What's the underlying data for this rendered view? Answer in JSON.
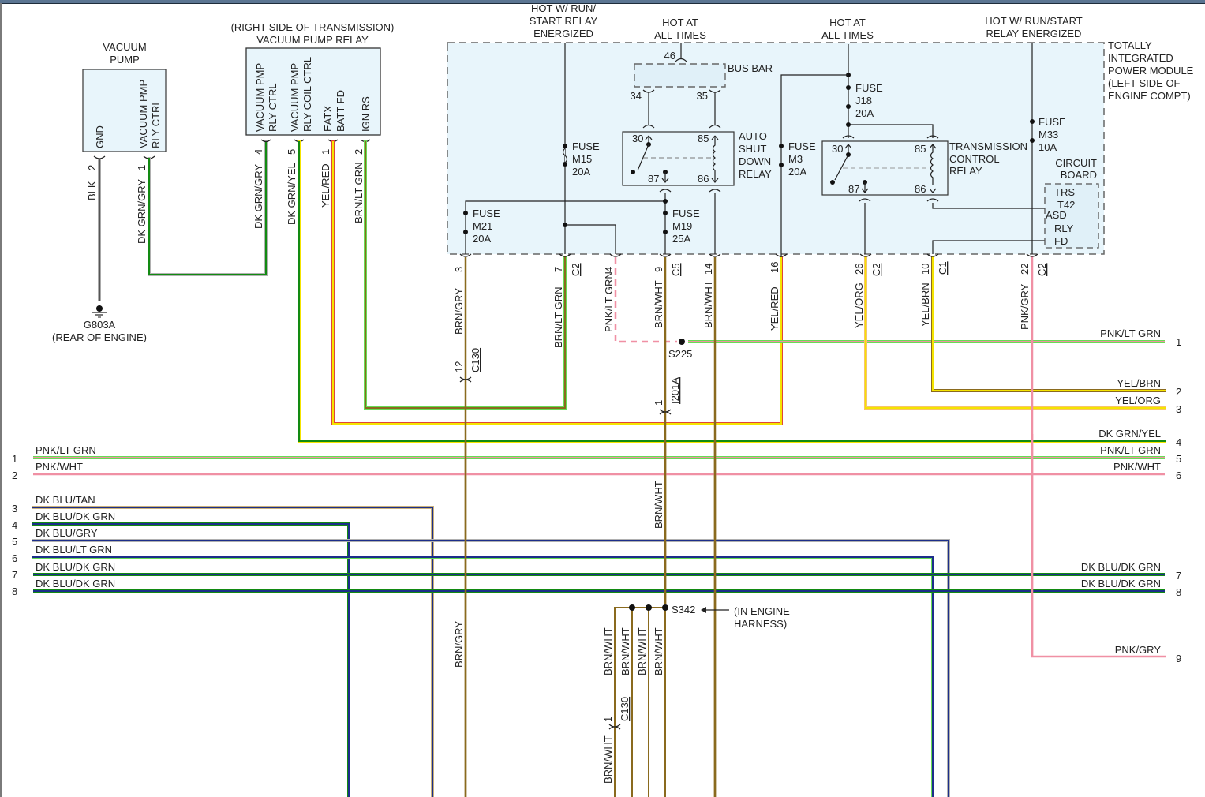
{
  "colors": {
    "module_fill": "#e8f5fb",
    "brown": "#8a6a1e",
    "dk_green": "#128a12",
    "lt_green": "#66dd55",
    "yellow": "#f5e400",
    "red": "#e0443a",
    "pink": "#f090a4",
    "dk_blue": "#1c2e8a",
    "gray": "#b0b0b0",
    "black_wire": "#555555",
    "orange": "#f7c36a"
  },
  "vacuum_pump": {
    "title_l1": "VACUUM",
    "title_l2": "PUMP",
    "pin_gnd": "GND",
    "pin_ctrl_l1": "VACUUM PMP",
    "pin_ctrl_l2": "RLY CTRL",
    "pin2": "2",
    "pin1": "1",
    "wire_blk": "BLK",
    "wire_dkgrngry": "DK GRN/GRY"
  },
  "ground": {
    "id": "G803A",
    "location": "(REAR OF ENGINE)"
  },
  "vacuum_relay": {
    "title_l1": "(RIGHT SIDE OF TRANSMISSION)",
    "title_l2": "VACUUM PUMP RELAY",
    "pins": [
      {
        "l1": "VACUUM PMP",
        "l2": "RLY CTRL",
        "num": "4",
        "wire": "DK GRN/GRY"
      },
      {
        "l1": "VACUUM PMP",
        "l2": "RLY COIL CTRL",
        "num": "5",
        "wire": "DK GRN/YEL"
      },
      {
        "l1": "EATX",
        "l2": "BATT FD",
        "num": "1",
        "wire": "YEL/RED"
      },
      {
        "l1": "IGN RS",
        "l2": "",
        "num": "2",
        "wire": "BRN/LT GRN"
      }
    ]
  },
  "tipm": {
    "label_l1": "TOTALLY",
    "label_l2": "INTEGRATED",
    "label_l3": "POWER MODULE",
    "label_l4": "(LEFT SIDE OF",
    "label_l5": "ENGINE COMPT)",
    "hot_run_start_l1": "HOT W/ RUN/",
    "hot_run_start_l2": "START RELAY",
    "hot_run_start_l3": "ENERGIZED",
    "hot_all_1_l1": "HOT AT",
    "hot_all_1_l2": "ALL TIMES",
    "hot_all_2_l1": "HOT AT",
    "hot_all_2_l2": "ALL TIMES",
    "hot_run_start2_l1": "HOT W/ RUN/START",
    "hot_run_start2_l2": "RELAY ENERGIZED",
    "bus_bar": "BUS BAR",
    "bus_pin_46": "46",
    "bus_pin_34": "34",
    "bus_pin_35": "35",
    "asd_relay": {
      "l1": "AUTO",
      "l2": "SHUT",
      "l3": "DOWN",
      "l4": "RELAY",
      "p30": "30",
      "p85": "85",
      "p87": "87",
      "p86": "86"
    },
    "tcr_relay": {
      "l1": "TRANSMISSION",
      "l2": "CONTROL",
      "l3": "RELAY",
      "p30": "30",
      "p85": "85",
      "p87": "87",
      "p86": "86"
    },
    "fuses": [
      {
        "id": "M15",
        "rating": "20A",
        "word": "FUSE"
      },
      {
        "id": "M3",
        "rating": "20A",
        "word": "FUSE"
      },
      {
        "id": "J18",
        "rating": "20A",
        "word": "FUSE"
      },
      {
        "id": "M33",
        "rating": "10A",
        "word": "FUSE"
      },
      {
        "id": "M21",
        "rating": "20A",
        "word": "FUSE"
      },
      {
        "id": "M19",
        "rating": "25A",
        "word": "FUSE"
      }
    ],
    "circuit_board": {
      "l1": "CIRCUIT",
      "l2": "BOARD",
      "trs": "TRS",
      "t42": "T42",
      "asd": "ASD",
      "rly": "RLY",
      "fd": "FD"
    }
  },
  "outputs": [
    {
      "pin": "3",
      "conn": "",
      "wire": "BRN/GRY"
    },
    {
      "pin": "7",
      "conn": "C2",
      "wire": "BRN/LT GRN"
    },
    {
      "pin": "4",
      "conn": "",
      "wire": "PNK/LT GRN"
    },
    {
      "pin": "9",
      "conn": "C5",
      "wire": "BRN/WHT"
    },
    {
      "pin": "14",
      "conn": "",
      "wire": "BRN/WHT"
    },
    {
      "pin": "16",
      "conn": "",
      "wire": "YEL/RED"
    },
    {
      "pin": "26",
      "conn": "C2",
      "wire": "YEL/ORG"
    },
    {
      "pin": "10",
      "conn": "C1",
      "wire": "YEL/BRN"
    },
    {
      "pin": "22",
      "conn": "C2",
      "wire": "PNK/GRY"
    }
  ],
  "splices": {
    "s225": "S225",
    "s342": "S342",
    "s342_note_l1": "(IN ENGINE",
    "s342_note_l2": "HARNESS)"
  },
  "inline_connectors": {
    "c130_top_pin": "12",
    "c130_top_id": "C130",
    "c201a_pin": "1",
    "c201a_id": "I201A",
    "c130_bot_pin": "1",
    "c130_bot_id": "C130"
  },
  "mid_wire_labels": {
    "brn_gry_low": "BRN/GRY",
    "brn_wht_mid": "BRN/WHT",
    "s342_wires": [
      "BRN/WHT",
      "BRN/WHT",
      "BRN/WHT",
      "BRN/WHT"
    ],
    "bottom_brn_wht": "BRN/WHT"
  },
  "right_refs": [
    {
      "num": "1",
      "wire": "PNK/LT GRN"
    },
    {
      "num": "2",
      "wire": "YEL/BRN"
    },
    {
      "num": "3",
      "wire": "YEL/ORG"
    },
    {
      "num": "4",
      "wire": "DK GRN/YEL"
    },
    {
      "num": "5",
      "wire": "PNK/LT GRN"
    },
    {
      "num": "6",
      "wire": "PNK/WHT"
    },
    {
      "num": "7",
      "wire": "DK BLU/DK GRN"
    },
    {
      "num": "8",
      "wire": "DK BLU/DK GRN"
    },
    {
      "num": "9",
      "wire": "PNK/GRY"
    }
  ],
  "left_refs": [
    {
      "num": "1",
      "wire": "PNK/LT GRN"
    },
    {
      "num": "2",
      "wire": "PNK/WHT"
    },
    {
      "num": "3",
      "wire": "DK BLU/TAN"
    },
    {
      "num": "4",
      "wire": "DK BLU/DK GRN"
    },
    {
      "num": "5",
      "wire": "DK BLU/GRY"
    },
    {
      "num": "6",
      "wire": "DK BLU/LT GRN"
    },
    {
      "num": "7",
      "wire": "DK BLU/DK GRN"
    },
    {
      "num": "8",
      "wire": "DK BLU/DK GRN"
    }
  ]
}
